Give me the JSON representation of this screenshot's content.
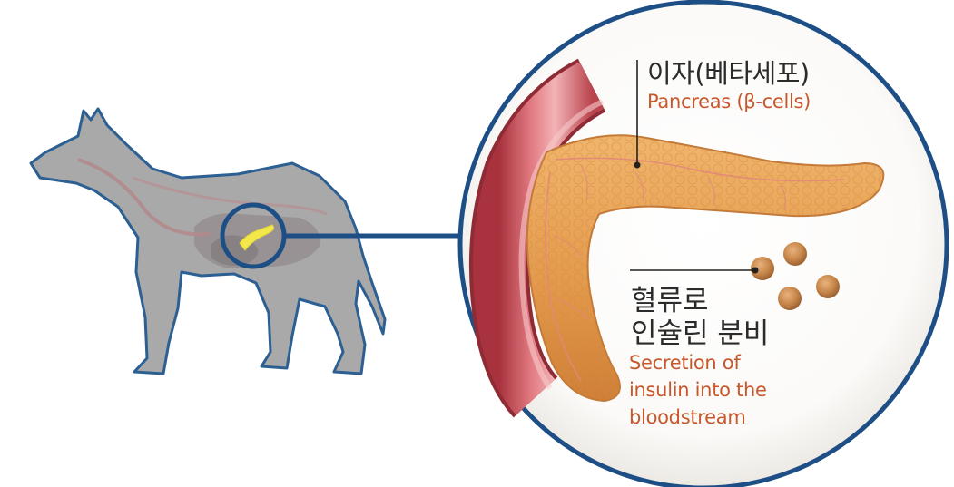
{
  "labels": {
    "pancreas_ko": "이자(베타세포)",
    "pancreas_en": "Pancreas (β-cells)",
    "secretion_ko_line1": "혈류로",
    "secretion_ko_line2": "인슐린 분비",
    "secretion_en_line1": "Secretion of",
    "secretion_en_line2": "insulin into the",
    "secretion_en_line3": "bloodstream"
  },
  "colors": {
    "circle_border": "#1d4f86",
    "dog_body": "#a9a9aa",
    "dog_outline": "#2c5f92",
    "pancreas": "#e7a052",
    "blood_vessel": "#c9525b",
    "insulin_granule": "#c88a4e",
    "label_english": "#c8582b",
    "label_korean": "#2b2b2b"
  }
}
